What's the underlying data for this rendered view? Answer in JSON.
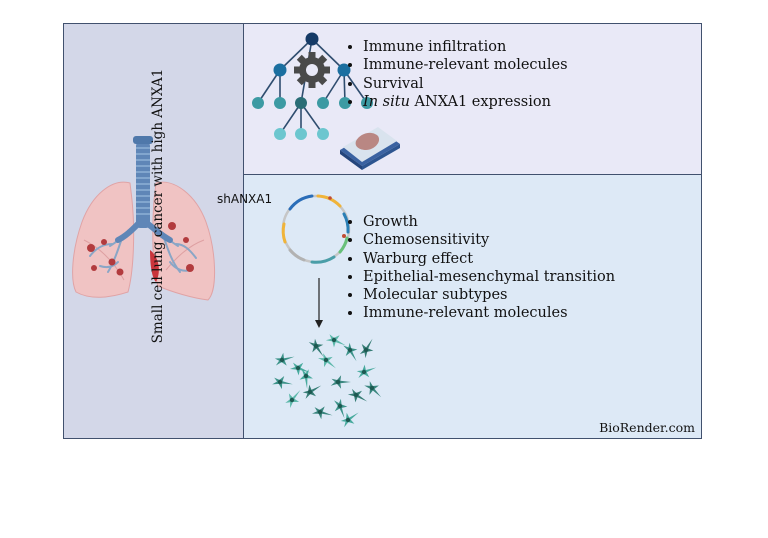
{
  "vertical_title": "Small cell lung cancer with high ANXA1",
  "top_section": {
    "items": [
      {
        "italic": "",
        "text": "Immune infiltration"
      },
      {
        "italic": "",
        "text": "Immune-relevant molecules"
      },
      {
        "italic": "",
        "text": "Survival"
      },
      {
        "italic": "In situ",
        "text": " ANXA1 expression"
      }
    ]
  },
  "bottom_section": {
    "plasmid_label": "shANXA1",
    "items": [
      "Growth",
      "Chemosensitivity",
      "Warburg effect",
      "Epithelial-mesenchymal transition",
      "Molecular subtypes",
      "Immune-relevant molecules"
    ]
  },
  "brand": "BioRender.com",
  "icons": [
    "lungs-icon",
    "network-tree-icon",
    "gear-icon",
    "tissue-slide-icon",
    "plasmid-icon",
    "arrow-down-icon",
    "cells-icon"
  ],
  "colors": {
    "left_panel": "#d3d7e8",
    "top_panel": "#e9e9f7",
    "bottom_panel": "#dde9f6",
    "border": "#41516e",
    "lung": "#f0c3c3",
    "cells": "#2f8c80"
  }
}
